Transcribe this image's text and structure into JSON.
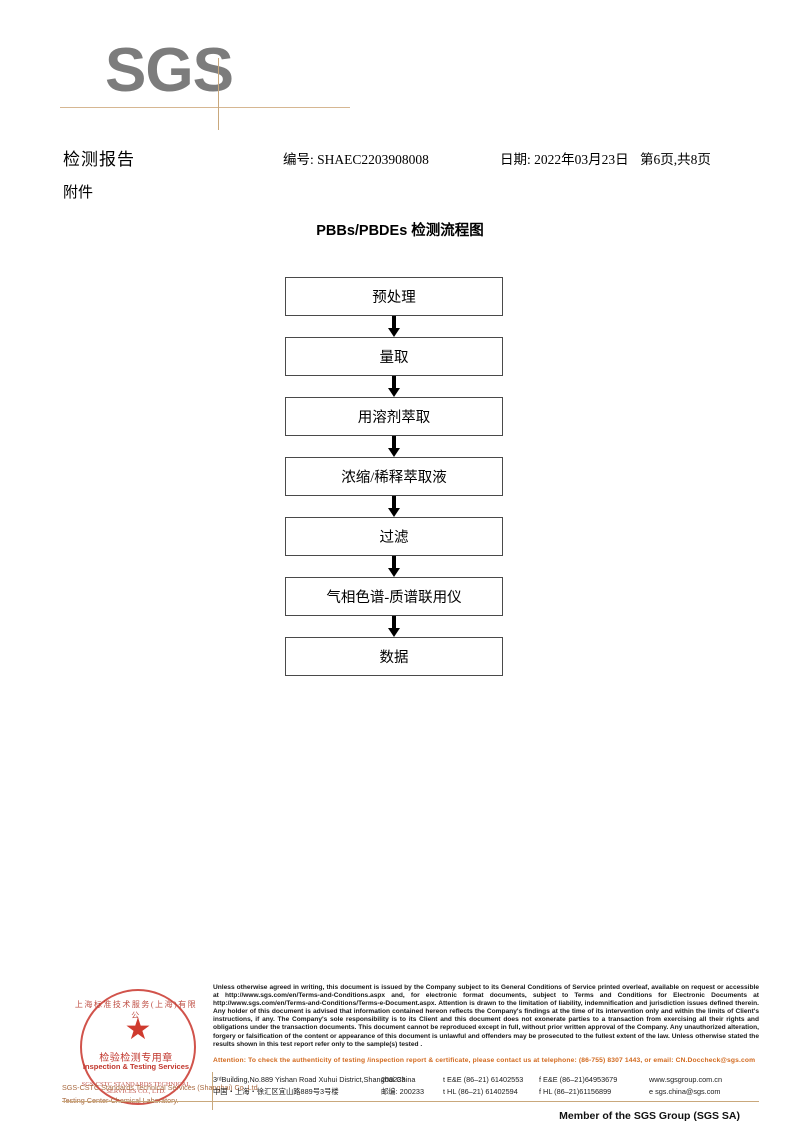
{
  "logo": {
    "text": "SGS"
  },
  "header": {
    "report_title": "检测报告",
    "attachment_label": "附件",
    "report_no": "编号: SHAEC2203908008",
    "date": "日期: 2022年03月23日",
    "page": "第6页,共8页"
  },
  "flowchart": {
    "title": "PBBs/PBDEs 检测流程图",
    "type": "flow-diagram",
    "nodes": [
      {
        "label": "预处理"
      },
      {
        "label": "量取"
      },
      {
        "label": "用溶剂萃取"
      },
      {
        "label": "浓缩/稀释萃取液"
      },
      {
        "label": "过滤"
      },
      {
        "label": "气相色谱-质谱联用仪"
      },
      {
        "label": "数据"
      }
    ]
  },
  "seal": {
    "arc_top": "上海标准技术服务(上海)有限公",
    "center_cn": "检验检测专用章",
    "center_en": "Inspection & Testing Services",
    "arc_bottom": "SGS-CSTC STANDARDS TECHNICAL SERVICES CO., LTD."
  },
  "footer": {
    "company_line1": "SGS-CSTC Standards Technical Services (Shanghai) Co.,Ltd.",
    "company_line2": "Testing Center-Chemical Laboratory.",
    "terms": "Unless otherwise agreed in writing, this document is issued by the Company subject to its General Conditions of Service printed overleaf, available on request or accessible at http://www.sgs.com/en/Terms-and-Conditions.aspx and, for electronic format documents, subject to Terms and Conditions for Electronic Documents at http://www.sgs.com/en/Terms-and-Conditions/Terms-e-Document.aspx. Attention is drawn to the limitation of liability, indemnification and jurisdiction issues defined therein. Any holder of this document is advised that information contained hereon reflects the Company's findings at the time of its intervention only and within the limits of Client's instructions, if any. The Company's sole responsibility is to its Client and this document does not exonerate parties to a transaction from exercising all their rights and obligations under the transaction documents. This document cannot be reproduced except in full, without prior written approval of the Company. Any unauthorized alteration, forgery or falsification of the content or appearance of this document is unlawful and offenders may be prosecuted to the fullest extent of the law. Unless otherwise stated the results shown in this test report refer only to the sample(s) tested .",
    "attention": "Attention: To check the authenticity of testing /inspection report & certificate, please contact us at telephone: (86-755) 8307 1443, or email: CN.Doccheck@sgs.com",
    "address_en": "3ʳᵈBuilding,No.889 Yishan Road Xuhui District,Shanghai China",
    "address_cn": "中国・上海・徐汇区宜山路889号3号楼",
    "postcode_en": "200233",
    "postcode_cn_label": "邮编:",
    "postcode_cn": "200233",
    "tel_ee": "t E&E (86–21) 61402553",
    "fax_ee": "f E&E (86–21)64953679",
    "tel_hl": "t HL (86–21) 61402594",
    "fax_hl": "f HL (86–21)61156899",
    "website": "www.sgsgroup.com.cn",
    "email": "e  sgs.china@sgs.com",
    "member": "Member of the SGS Group (SGS SA)"
  },
  "colors": {
    "accent_tan": "#c9a87c",
    "seal_red": "#c1362c",
    "attention_orange": "#d2691e",
    "logo_gray": "#7c7c7c"
  }
}
